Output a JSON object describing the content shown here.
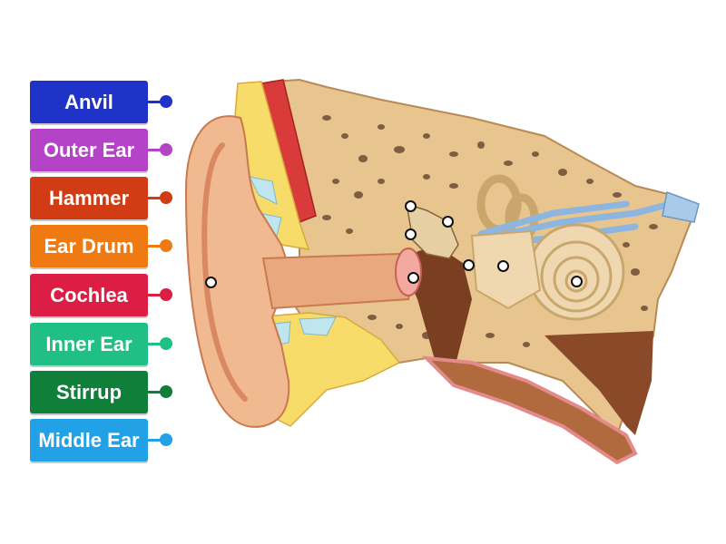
{
  "labels": [
    {
      "text": "Anvil",
      "color": "#2033c8"
    },
    {
      "text": "Outer Ear",
      "color": "#b443c8"
    },
    {
      "text": "Hammer",
      "color": "#d13c14"
    },
    {
      "text": "Ear Drum",
      "color": "#f07a12"
    },
    {
      "text": "Cochlea",
      "color": "#dc1e45"
    },
    {
      "text": "Inner Ear",
      "color": "#1fbf85"
    },
    {
      "text": "Stirrup",
      "color": "#0f7f3a"
    },
    {
      "text": "Middle Ear",
      "color": "#23a1e6"
    }
  ],
  "palette": {
    "skin": "#f0b98f",
    "skin_dark": "#d9885f",
    "bone": "#e8c58f",
    "bone_pore": "#6e4a34",
    "fat": "#f7dc6a",
    "cartilage": "#bfe6ef",
    "muscle": "#d93a3a",
    "canal": "#7a3e21",
    "nerve": "#8cb6e0",
    "cochlea": "#efd8b0"
  }
}
